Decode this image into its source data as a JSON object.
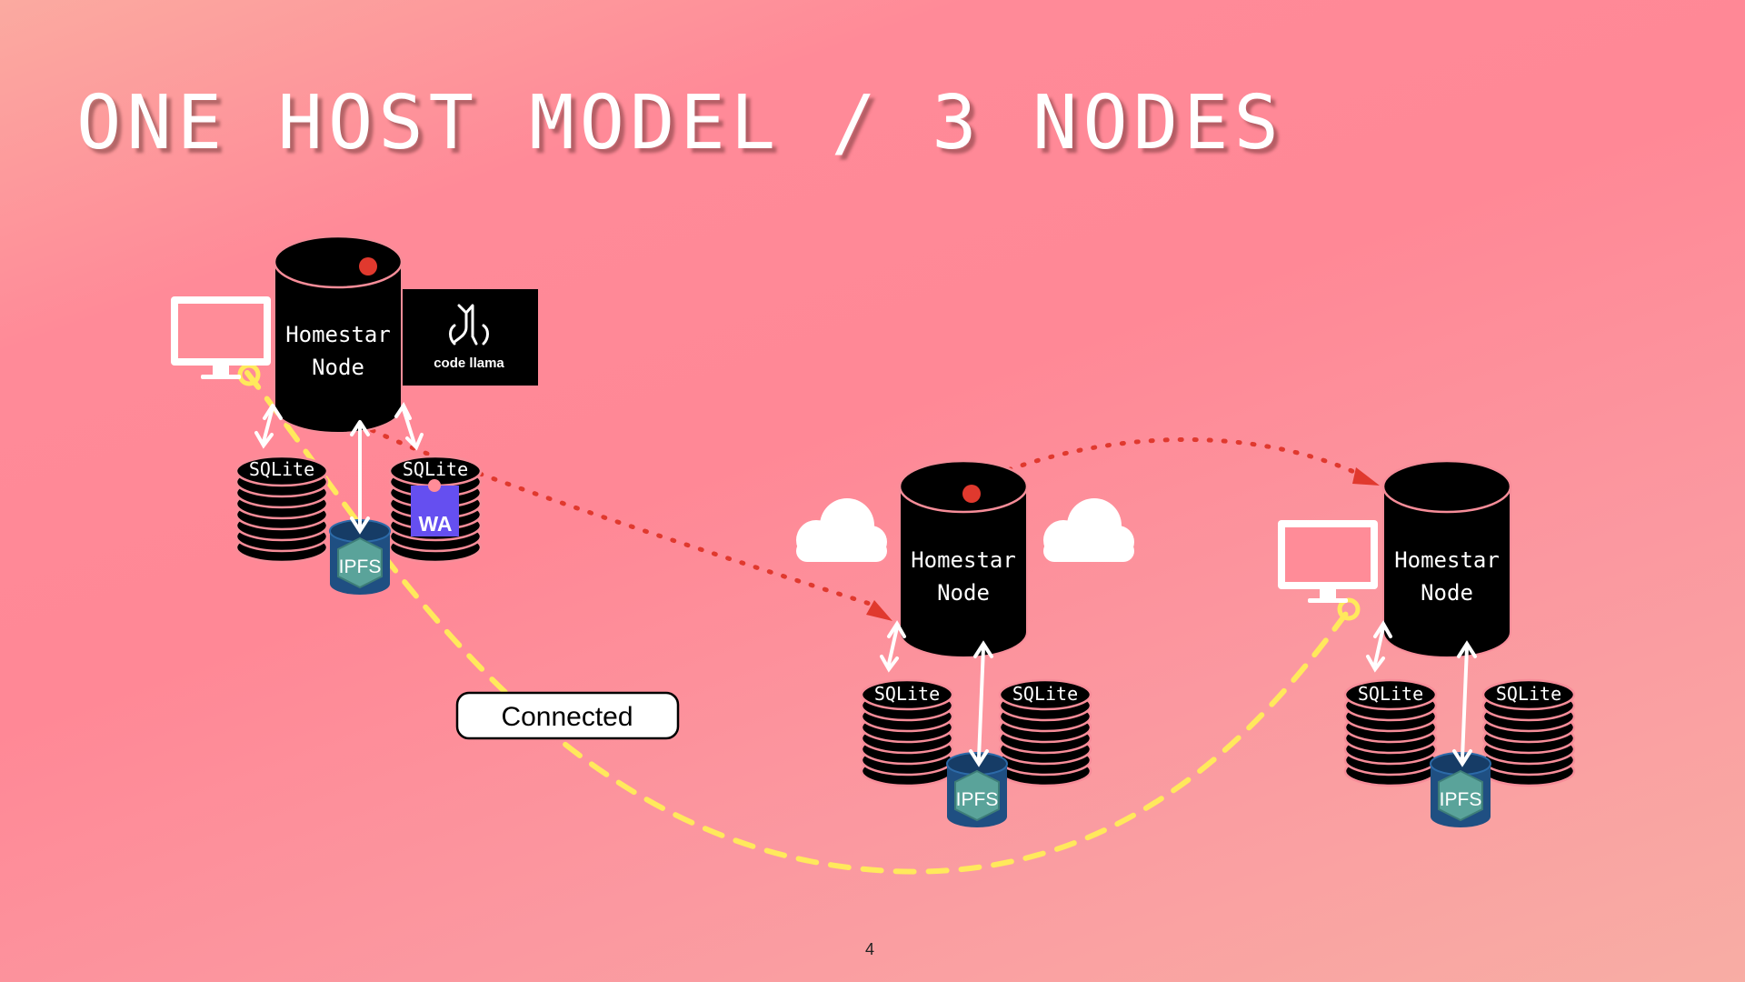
{
  "title": "ONE HOST MODEL / 3 NODES",
  "page_number": "4",
  "node_label_line1": "Homestar",
  "node_label_line2": "Node",
  "sqlite_label": "SQLite",
  "ipfs_label": "IPFS",
  "wasm_label": "WA",
  "model_label": "code llama",
  "connected_label": "Connected",
  "colors": {
    "node_fill": "#000000",
    "node_rim": "#f78d99",
    "ipfs_fill": "#1f4f82",
    "ipfs_cube": "#5aa39a",
    "wasm_purple": "#654ff0",
    "red_path": "#e0392e",
    "yellow_path": "#ffe95c",
    "white": "#ffffff"
  }
}
